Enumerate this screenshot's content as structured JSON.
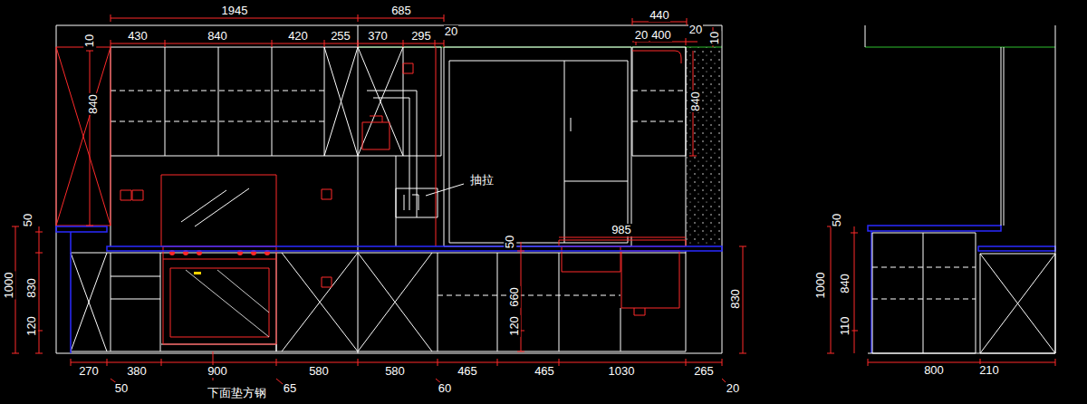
{
  "diagram": {
    "labels": [
      "1945",
      "685",
      "440",
      "10",
      "430",
      "840",
      "420",
      "255",
      "370",
      "295",
      "20",
      "20",
      "400",
      "20",
      "10",
      "840",
      "840",
      "抽拉",
      "50",
      "1000",
      "830",
      "120",
      "50",
      "985",
      "660",
      "120",
      "830",
      "270",
      "380",
      "900",
      "580",
      "580",
      "465",
      "465",
      "1030",
      "265",
      "50",
      "下面垫方钢",
      "65",
      "60",
      "20",
      "50",
      "1000",
      "840",
      "110",
      "800",
      "210"
    ]
  }
}
